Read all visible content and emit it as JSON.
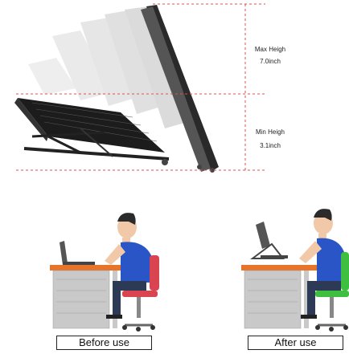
{
  "top_panel": {
    "max_height_label": "Max Heigh",
    "max_height_value": "7.0inch",
    "min_height_label": "Min Heigh",
    "min_height_value": "3.1inch",
    "dashed_line_color": "#d9534f"
  },
  "bottom_panel": {
    "before_caption": "Before use",
    "after_caption": "After use",
    "desk_top_color": "#e8742a",
    "desk_body_color": "#c8c8c8",
    "shirt_color": "#2a55c7",
    "chair_before_color": "#d94450",
    "chair_after_color": "#3fbf3f"
  }
}
